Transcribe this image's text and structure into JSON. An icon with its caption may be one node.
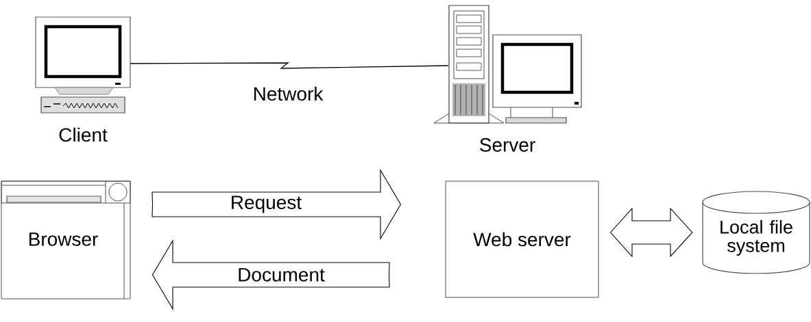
{
  "diagram": {
    "nodes": [
      {
        "text": [],
        "shape": "picture",
        "beside": [
          "Client"
        ]
      },
      {
        "text": [],
        "shape": "picture",
        "beside": [
          "Server"
        ]
      },
      {
        "text": [
          "Browser"
        ]
      },
      {
        "text": [
          "Web server"
        ]
      },
      {
        "text": [
          "Local file system"
        ]
      }
    ],
    "edges": [
      {
        "from": 0,
        "to": 1,
        "arrow": "none",
        "label": "Network"
      },
      {
        "from": 2,
        "to": 3,
        "arrow": "to",
        "label": "Request"
      },
      {
        "from": 3,
        "to": 2,
        "arrow": "to",
        "label": "Document"
      },
      {
        "from": 3,
        "to": 4,
        "arrow": "both"
      }
    ]
  }
}
